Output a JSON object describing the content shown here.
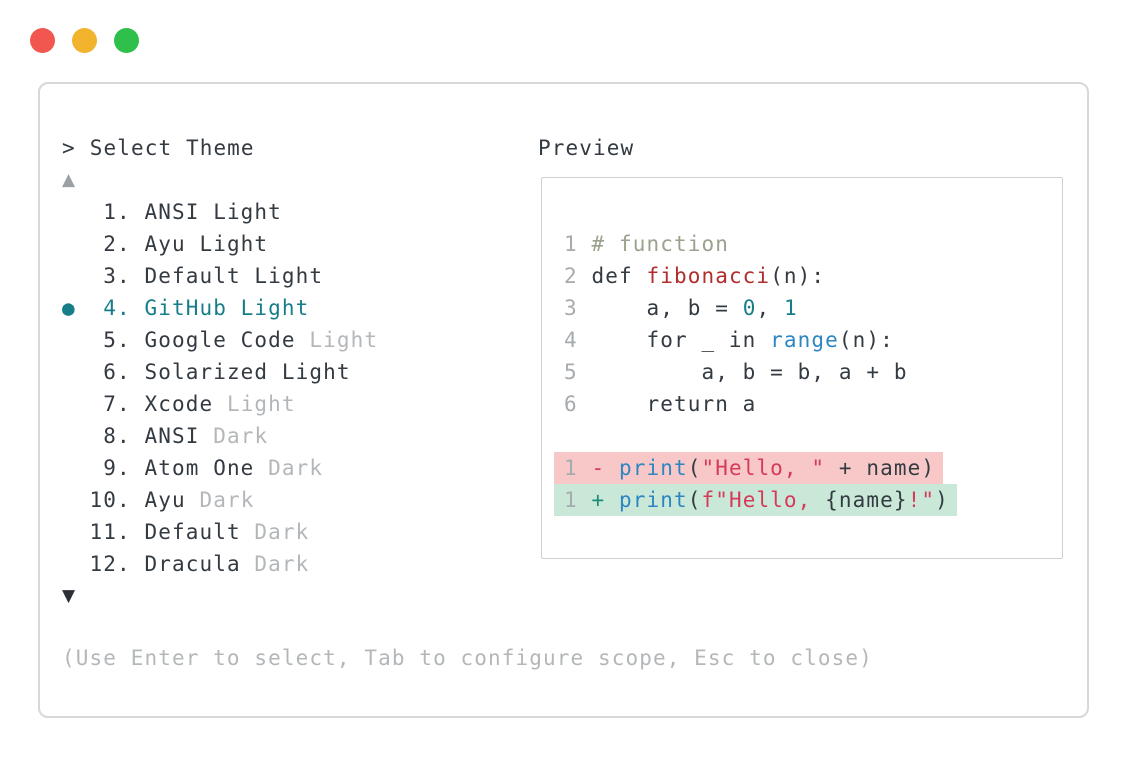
{
  "window": {
    "traffic_lights": [
      {
        "name": "close",
        "color": "#f2574f"
      },
      {
        "name": "minimize",
        "color": "#f2b32d"
      },
      {
        "name": "zoom",
        "color": "#2ec04a"
      }
    ]
  },
  "prompt": {
    "symbol": ">",
    "title": "Select Theme"
  },
  "list": {
    "scroll_up": "▲",
    "scroll_down": "▼",
    "items": [
      {
        "number": "1",
        "main": "ANSI Light",
        "muted": "",
        "selected": false
      },
      {
        "number": "2",
        "main": "Ayu Light",
        "muted": "",
        "selected": false
      },
      {
        "number": "3",
        "main": "Default Light",
        "muted": "",
        "selected": false
      },
      {
        "number": "4",
        "main": "GitHub Light",
        "muted": "",
        "selected": true
      },
      {
        "number": "5",
        "main": "Google Code",
        "muted": "Light",
        "selected": false
      },
      {
        "number": "6",
        "main": "Solarized Light",
        "muted": "",
        "selected": false
      },
      {
        "number": "7",
        "main": "Xcode",
        "muted": "Light",
        "selected": false
      },
      {
        "number": "8",
        "main": "ANSI",
        "muted": "Dark",
        "selected": false
      },
      {
        "number": "9",
        "main": "Atom One",
        "muted": "Dark",
        "selected": false
      },
      {
        "number": "10",
        "main": "Ayu",
        "muted": "Dark",
        "selected": false
      },
      {
        "number": "11",
        "main": "Default",
        "muted": "Dark",
        "selected": false
      },
      {
        "number": "12",
        "main": "Dracula",
        "muted": "Dark",
        "selected": false
      }
    ],
    "selected_marker": "●"
  },
  "preview": {
    "title": "Preview",
    "lines": [
      {
        "ln": "1",
        "kind": "code",
        "tokens": [
          [
            "comment",
            "# function"
          ]
        ]
      },
      {
        "ln": "2",
        "kind": "code",
        "tokens": [
          [
            "text",
            "def "
          ],
          [
            "func",
            "fibonacci"
          ],
          [
            "text",
            "(n):"
          ]
        ]
      },
      {
        "ln": "3",
        "kind": "code",
        "tokens": [
          [
            "text",
            "    a, b = "
          ],
          [
            "num",
            "0"
          ],
          [
            "text",
            ", "
          ],
          [
            "num",
            "1"
          ]
        ]
      },
      {
        "ln": "4",
        "kind": "code",
        "tokens": [
          [
            "text",
            "    for _ in "
          ],
          [
            "blue",
            "range"
          ],
          [
            "text",
            "(n):"
          ]
        ]
      },
      {
        "ln": "5",
        "kind": "code",
        "tokens": [
          [
            "text",
            "        a, b = b, a + b"
          ]
        ]
      },
      {
        "ln": "6",
        "kind": "code",
        "tokens": [
          [
            "text",
            "    return a"
          ]
        ]
      },
      {
        "ln": "",
        "kind": "blank",
        "tokens": []
      },
      {
        "ln": "1",
        "kind": "removed",
        "tokens": [
          [
            "string",
            "-"
          ],
          [
            "text",
            " "
          ],
          [
            "blue",
            "print"
          ],
          [
            "text",
            "("
          ],
          [
            "string",
            "\"Hello, \""
          ],
          [
            "text",
            " + name)"
          ]
        ]
      },
      {
        "ln": "1",
        "kind": "added",
        "tokens": [
          [
            "teal",
            "+"
          ],
          [
            "text",
            " "
          ],
          [
            "blue",
            "print"
          ],
          [
            "text",
            "("
          ],
          [
            "string",
            "f\"Hello, "
          ],
          [
            "text",
            "{name}"
          ],
          [
            "string",
            "!\""
          ],
          [
            "text",
            ")"
          ]
        ]
      }
    ]
  },
  "hint": "(Use Enter to select, Tab to configure scope, Esc to close)",
  "colors": {
    "accent": "#177e89",
    "text_dark": "#333a41",
    "text_muted": "#b4b7b9",
    "comment": "#9aa18d",
    "function_red": "#b12c2c",
    "keyword_blue": "#2e86c1",
    "string_red": "#d63a5a",
    "diff_removed_bg": "#f8c8c8",
    "diff_added_bg": "#c9e8d8"
  }
}
